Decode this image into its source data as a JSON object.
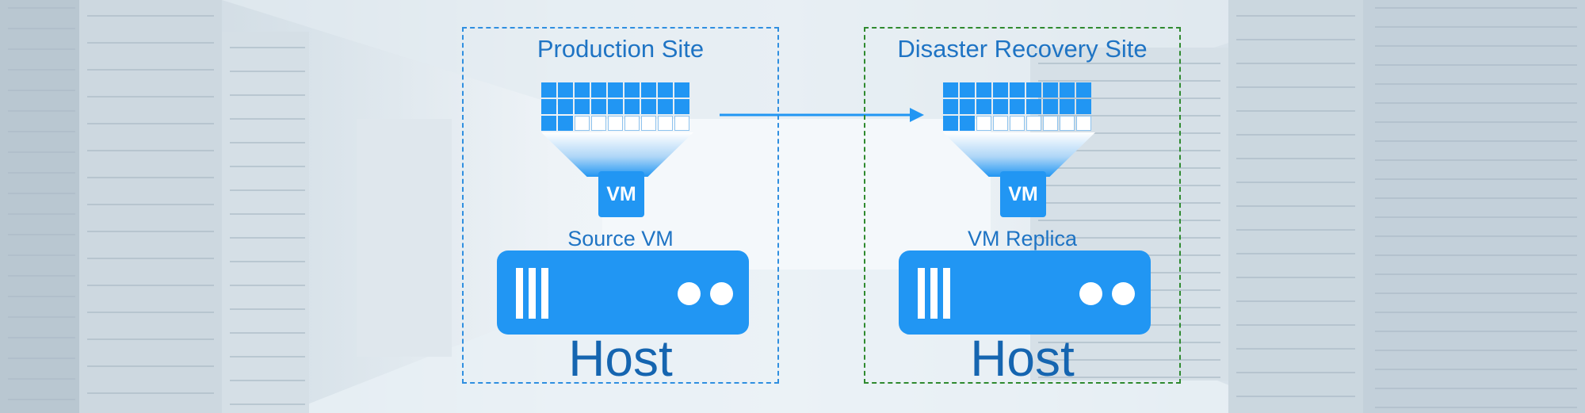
{
  "sites": [
    {
      "title": "Production Site",
      "vm_badge": "VM",
      "vm_label": "Source VM",
      "host_label": "Host",
      "border_color": "#2f8fe0"
    },
    {
      "title": "Disaster Recovery Site",
      "vm_badge": "VM",
      "vm_label": "VM Replica",
      "host_label": "Host",
      "border_color": "#2f8a2f"
    }
  ],
  "storage_grid": {
    "columns": 9,
    "rows": 3,
    "filled_cells": 20,
    "fill_color": "#2196f3"
  },
  "replication_arrow": {
    "direction": "right",
    "color": "#2196f3"
  },
  "icons": [
    "storage-array-icon",
    "vm-icon",
    "server-host-icon",
    "arrow-right-icon"
  ]
}
